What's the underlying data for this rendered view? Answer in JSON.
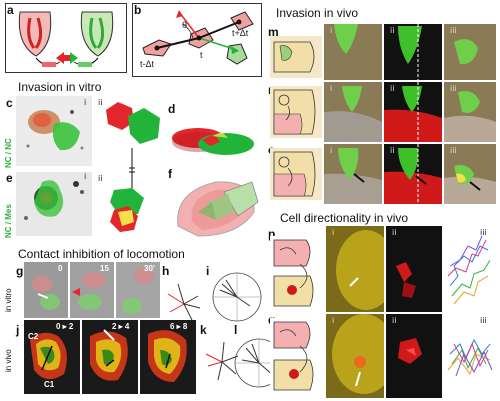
{
  "panel_labels": {
    "a": "a",
    "b": "b",
    "c": "c",
    "d": "d",
    "e": "e",
    "f": "f",
    "g": "g",
    "h": "h",
    "i": "i",
    "j": "j",
    "k": "k",
    "l": "l",
    "m": "m",
    "n": "n",
    "o": "o",
    "p": "p",
    "q": "q"
  },
  "sub_labels": {
    "i": "i",
    "ii": "ii",
    "iii": "iii"
  },
  "headings": {
    "invasion_in_vitro": "Invasion in vitro",
    "invasion_in_vivo": "Invasion in vivo",
    "contact_inhibition": "Contact inhibition of locomotion",
    "cell_directionality": "Cell directionality in vivo"
  },
  "panel_b_labels": {
    "t_minus": "t-Δt",
    "t": "t",
    "t_plus": "t+Δt",
    "theta": "θ"
  },
  "side_labels": {
    "c_left": "NC / NC",
    "e_left": "NC / Mes",
    "in_vitro": "in vitro",
    "in_vivo": "in vivo"
  },
  "time_labels": {
    "g0": "0",
    "g15": "15",
    "g30": "30'",
    "j1": "0 ▸ 2",
    "j2": "2 ▸ 4",
    "j3": "6 ▸ 8"
  },
  "cell_labels": {
    "c1": "C1",
    "c2": "C2"
  },
  "colors": {
    "green": "#22b33a",
    "red": "#e3262b",
    "yellow": "#f3e04a"
  }
}
